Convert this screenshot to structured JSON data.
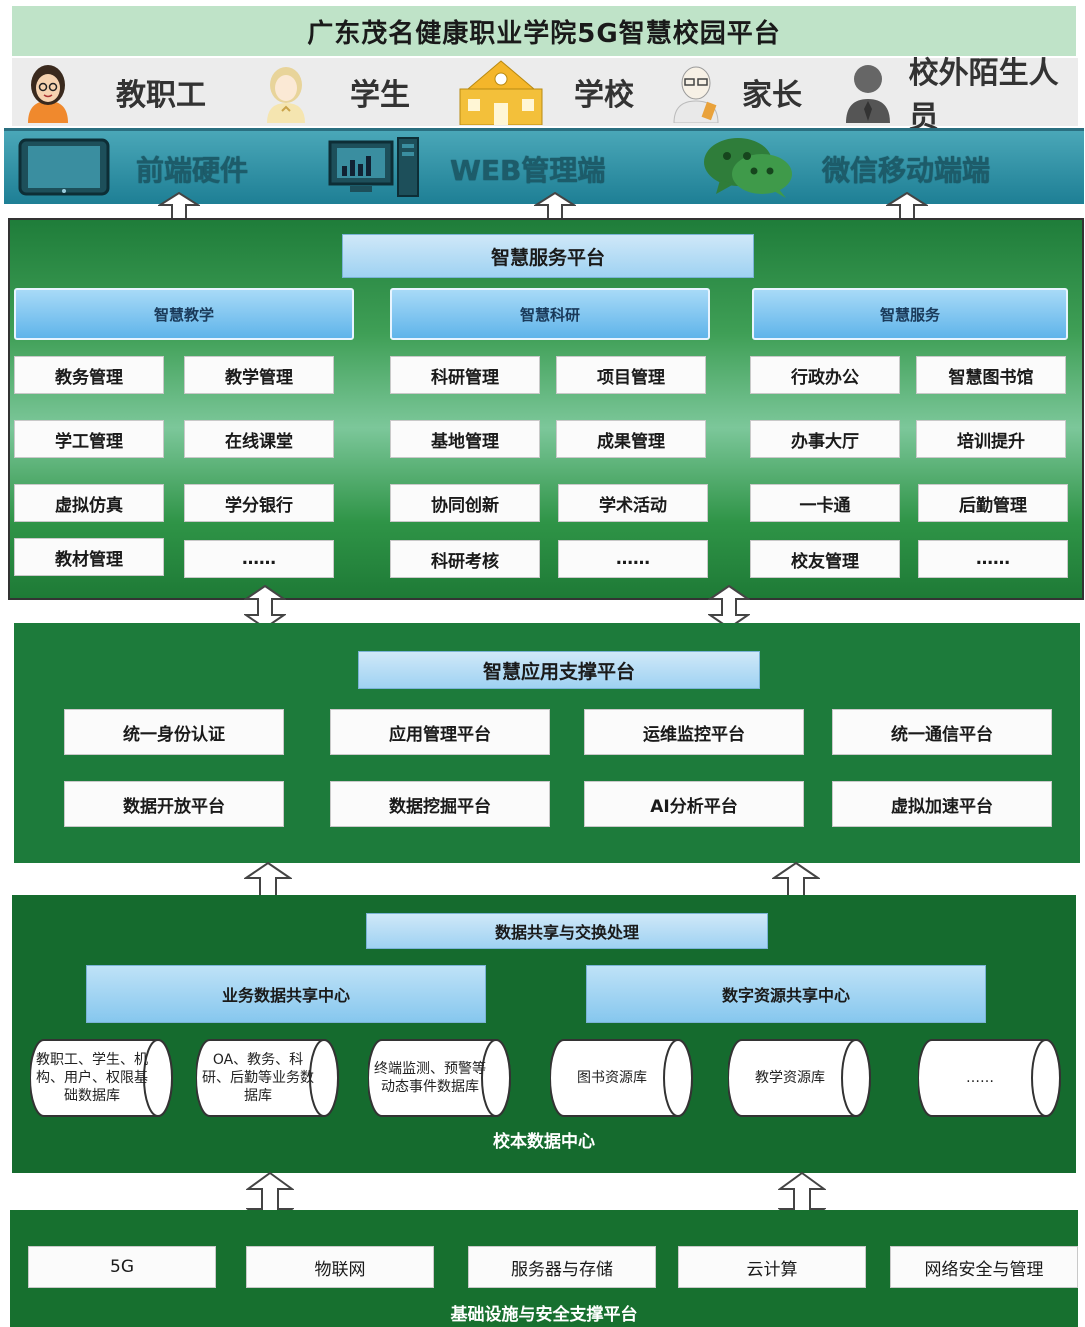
{
  "title": "广东茂名健康职业学院5G智慧校园平台",
  "users": [
    {
      "label": "教职工",
      "icon": "staff-icon"
    },
    {
      "label": "学生",
      "icon": "student-icon"
    },
    {
      "label": "学校",
      "icon": "school-building-icon"
    },
    {
      "label": "家长",
      "icon": "parent-icon"
    },
    {
      "label": "校外陌生人员",
      "icon": "stranger-icon"
    }
  ],
  "terminals": [
    {
      "label": "前端硬件",
      "icon": "tablet-icon"
    },
    {
      "label": "WEB管理端",
      "icon": "desktop-computer-icon"
    },
    {
      "label": "微信移动端端",
      "icon": "wechat-icon"
    }
  ],
  "service_platform": {
    "title": "智慧服务平台",
    "groups": [
      {
        "title": "智慧教学",
        "items": [
          "教务管理",
          "教学管理",
          "学工管理",
          "在线课堂",
          "虚拟仿真",
          "学分银行",
          "教材管理",
          "……"
        ]
      },
      {
        "title": "智慧科研",
        "items": [
          "科研管理",
          "项目管理",
          "基地管理",
          "成果管理",
          "协同创新",
          "学术活动",
          "科研考核",
          "……"
        ]
      },
      {
        "title": "智慧服务",
        "items": [
          "行政办公",
          "智慧图书馆",
          "办事大厅",
          "培训提升",
          "一卡通",
          "后勤管理",
          "校友管理",
          "……"
        ]
      }
    ]
  },
  "support_platform": {
    "title": "智慧应用支撑平台",
    "items": [
      "统一身份认证",
      "应用管理平台",
      "运维监控平台",
      "统一通信平台",
      "数据开放平台",
      "数据挖掘平台",
      "AI分析平台",
      "虚拟加速平台"
    ]
  },
  "data_center": {
    "title": "数据共享与交换处理",
    "centers": [
      "业务数据共享中心",
      "数字资源共享中心"
    ],
    "databases": [
      "教职工、学生、机构、用户、权限基础数据库",
      "OA、教务、科研、后勤等业务数据库",
      "终端监测、预警等动态事件数据库",
      "图书资源库",
      "教学资源库",
      "……"
    ],
    "caption": "校本数据中心"
  },
  "infrastructure": {
    "items": [
      "5G",
      "物联网",
      "服务器与存储",
      "云计算",
      "网络安全与管理"
    ],
    "caption": "基础设施与安全支撑平台"
  },
  "colors": {
    "title_bg": "#bfe3c8",
    "terminal_bar": "#2a8ea3",
    "layer_green": "#1d7b3b",
    "header_blue": "#9fd2f2"
  }
}
